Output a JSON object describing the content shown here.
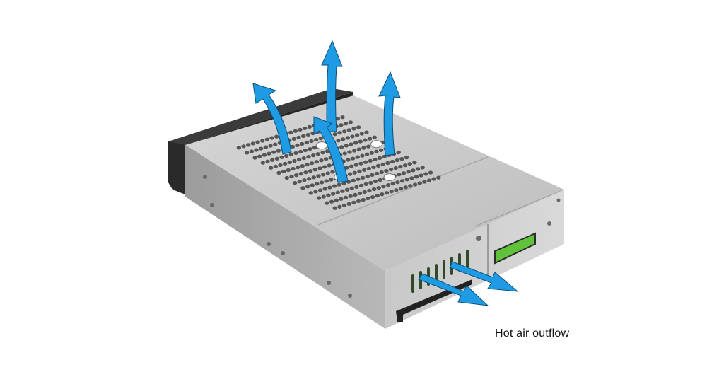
{
  "caption": "Hot air outflow",
  "colors": {
    "arrow": "#1e9be2",
    "arrow_outline": "#0d4f7a",
    "metal_top": "#c9c9c9",
    "metal_side": "#b4b4b4",
    "bezel": "#2a2a2a",
    "connector": "#5fc23a"
  },
  "icons": [
    "hot-air-arrow",
    "drive-enclosure"
  ]
}
